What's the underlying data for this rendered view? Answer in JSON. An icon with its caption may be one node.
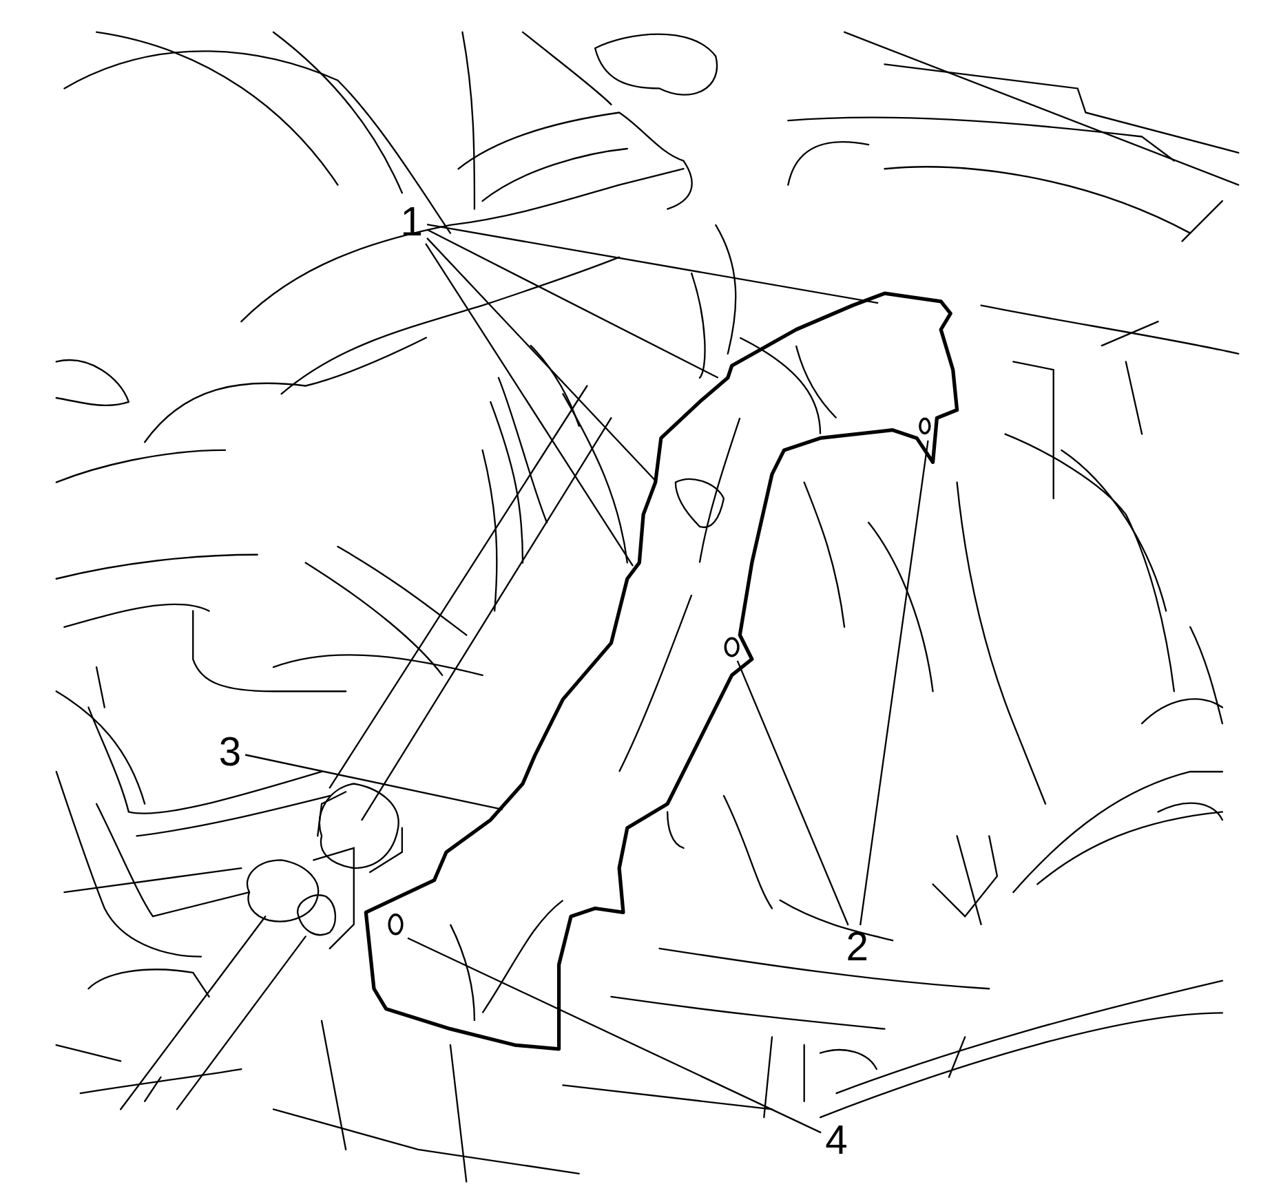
{
  "diagram": {
    "nodes": [
      {
        "text": [
          "1"
        ]
      },
      {
        "text": [
          "2"
        ]
      },
      {
        "text": [
          "3"
        ]
      },
      {
        "text": [
          "4"
        ]
      }
    ],
    "edges": [
      {
        "from": 0,
        "to": null,
        "arrow": "none"
      },
      {
        "from": 0,
        "to": null,
        "arrow": "none"
      },
      {
        "from": 0,
        "to": null,
        "arrow": "none"
      },
      {
        "from": 0,
        "to": null,
        "arrow": "none"
      },
      {
        "from": 1,
        "to": null,
        "arrow": "none"
      },
      {
        "from": 1,
        "to": null,
        "arrow": "none"
      },
      {
        "from": 2,
        "to": null,
        "arrow": "none"
      },
      {
        "from": 3,
        "to": null,
        "arrow": "none"
      }
    ]
  }
}
